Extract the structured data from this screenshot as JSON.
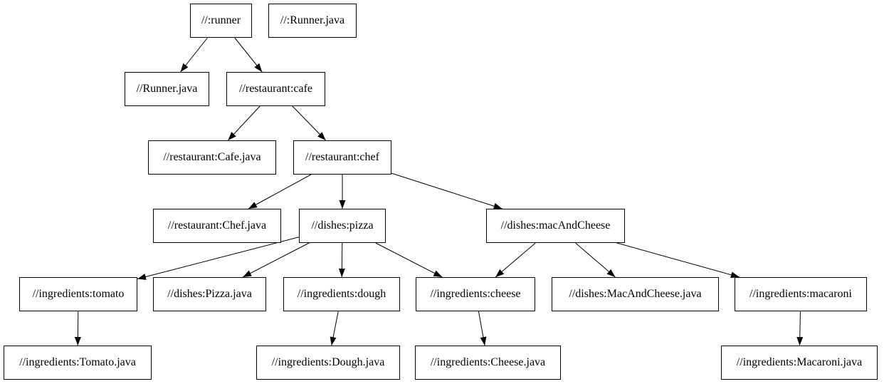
{
  "diagram": {
    "type": "directed-graph",
    "description": "Bazel build target dependency graph rendered as boxes with arrows",
    "colors": {
      "background": "#ffffff",
      "node_fill": "#ffffff",
      "node_border": "#000000",
      "edge": "#000000",
      "text": "#000000"
    },
    "nodes": [
      {
        "id": "runner",
        "label": "//:runner"
      },
      {
        "id": "runner-java-target",
        "label": "//:Runner.java"
      },
      {
        "id": "runner-java",
        "label": "//Runner.java"
      },
      {
        "id": "cafe",
        "label": "//restaurant:cafe"
      },
      {
        "id": "cafe-java",
        "label": "//restaurant:Cafe.java"
      },
      {
        "id": "chef",
        "label": "//restaurant:chef"
      },
      {
        "id": "chef-java",
        "label": "//restaurant:Chef.java"
      },
      {
        "id": "pizza",
        "label": "//dishes:pizza"
      },
      {
        "id": "mac-and-cheese",
        "label": "//dishes:macAndCheese"
      },
      {
        "id": "tomato",
        "label": "//ingredients:tomato"
      },
      {
        "id": "pizza-java",
        "label": "//dishes:Pizza.java"
      },
      {
        "id": "dough",
        "label": "//ingredients:dough"
      },
      {
        "id": "cheese",
        "label": "//ingredients:cheese"
      },
      {
        "id": "mac-and-cheese-java",
        "label": "//dishes:MacAndCheese.java"
      },
      {
        "id": "macaroni",
        "label": "//ingredients:macaroni"
      },
      {
        "id": "tomato-java",
        "label": "//ingredients:Tomato.java"
      },
      {
        "id": "dough-java",
        "label": "//ingredients:Dough.java"
      },
      {
        "id": "cheese-java",
        "label": "//ingredients:Cheese.java"
      },
      {
        "id": "macaroni-java",
        "label": "//ingredients:Macaroni.java"
      }
    ],
    "edges": [
      {
        "from": "runner",
        "to": "runner-java"
      },
      {
        "from": "runner",
        "to": "cafe"
      },
      {
        "from": "cafe",
        "to": "cafe-java"
      },
      {
        "from": "cafe",
        "to": "chef"
      },
      {
        "from": "chef",
        "to": "chef-java"
      },
      {
        "from": "chef",
        "to": "pizza"
      },
      {
        "from": "chef",
        "to": "mac-and-cheese"
      },
      {
        "from": "pizza",
        "to": "tomato"
      },
      {
        "from": "pizza",
        "to": "pizza-java"
      },
      {
        "from": "pizza",
        "to": "dough"
      },
      {
        "from": "pizza",
        "to": "cheese"
      },
      {
        "from": "mac-and-cheese",
        "to": "cheese"
      },
      {
        "from": "mac-and-cheese",
        "to": "mac-and-cheese-java"
      },
      {
        "from": "mac-and-cheese",
        "to": "macaroni"
      },
      {
        "from": "tomato",
        "to": "tomato-java"
      },
      {
        "from": "dough",
        "to": "dough-java"
      },
      {
        "from": "cheese",
        "to": "cheese-java"
      },
      {
        "from": "macaroni",
        "to": "macaroni-java"
      }
    ]
  }
}
